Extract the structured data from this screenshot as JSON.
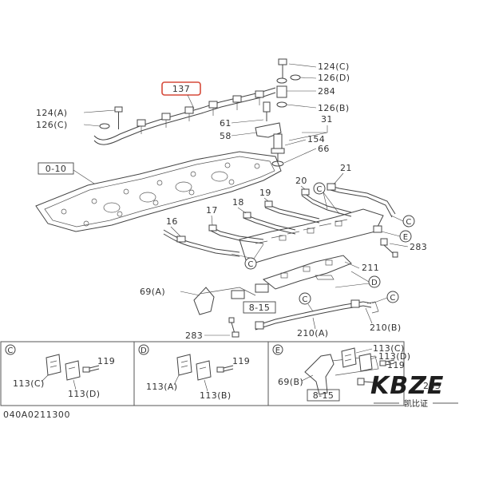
{
  "callouts": {
    "c124c": "124(C)",
    "c126d": "126(D)",
    "c284": "284",
    "c126b": "126(B)",
    "c137": "137",
    "c124a": "124(A)",
    "c126c": "126(C)",
    "c61": "61",
    "c58": "58",
    "c31": "31",
    "c154": "154",
    "c66": "66",
    "c010": "0-10",
    "c21": "21",
    "c20": "20",
    "c19": "19",
    "c18": "18",
    "c17": "17",
    "c16": "16",
    "c283a": "283",
    "c211": "211",
    "c69a": "69(A)",
    "c815a": "8-15",
    "c210a": "210(A)",
    "c210b": "210(B)",
    "c283b": "283",
    "markC": "C",
    "markD": "D",
    "markE": "E"
  },
  "detail_c": {
    "mark": "C",
    "l113c": "113(C)",
    "l113d": "113(D)",
    "l119": "119"
  },
  "detail_d": {
    "mark": "D",
    "l113a": "113(A)",
    "l113b": "113(B)",
    "l119": "119"
  },
  "detail_e": {
    "mark": "E",
    "l113c": "113(C)",
    "l113d": "113(D)",
    "l119": "119",
    "l69b": "69(B)",
    "l815": "8-15",
    "l283": "283"
  },
  "diagram_code": "040A0211300",
  "watermark": {
    "brand": "KBZE",
    "sub": "凯比证"
  },
  "colors": {
    "highlight": "#d64a3a",
    "line": "#444444",
    "watermark": "#222222"
  }
}
